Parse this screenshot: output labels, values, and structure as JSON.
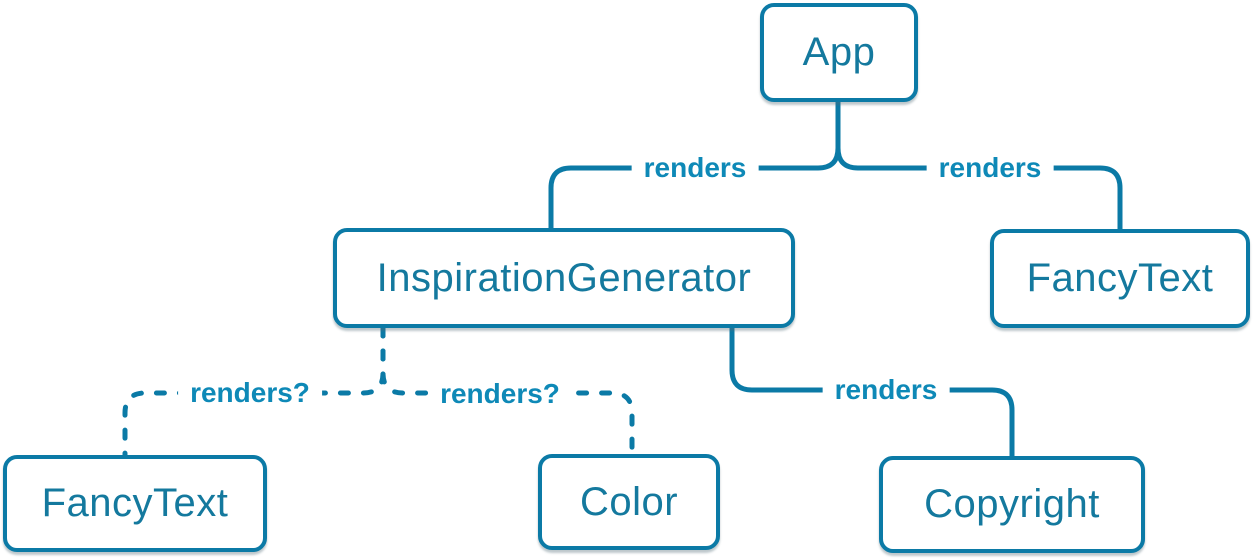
{
  "colors": {
    "accent_line": "#0b7aa6",
    "node_text": "#14799e",
    "edge_label_text": "#0e89b7",
    "background": "#ffffff"
  },
  "nodes": [
    {
      "id": "app",
      "label": "App"
    },
    {
      "id": "inspiration-generator",
      "label": "InspirationGenerator"
    },
    {
      "id": "fancy-text-top",
      "label": "FancyText"
    },
    {
      "id": "fancy-text-bottom",
      "label": "FancyText"
    },
    {
      "id": "color",
      "label": "Color"
    },
    {
      "id": "copyright",
      "label": "Copyright"
    }
  ],
  "edges": [
    {
      "from": "App",
      "to": "InspirationGenerator",
      "label": "renders",
      "style": "solid"
    },
    {
      "from": "App",
      "to": "FancyText",
      "label": "renders",
      "style": "solid"
    },
    {
      "from": "InspirationGenerator",
      "to": "FancyText",
      "label": "renders?",
      "style": "dashed"
    },
    {
      "from": "InspirationGenerator",
      "to": "Color",
      "label": "renders?",
      "style": "dashed"
    },
    {
      "from": "InspirationGenerator",
      "to": "Copyright",
      "label": "renders",
      "style": "solid"
    }
  ]
}
